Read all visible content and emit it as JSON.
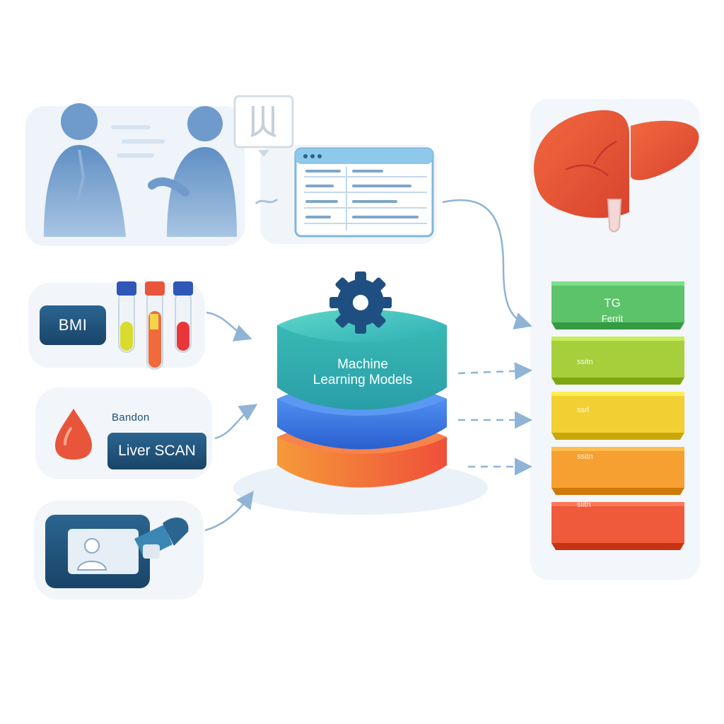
{
  "inputs": {
    "bmi_label": "BMI",
    "blood_panel_label": "Bandon",
    "scan_label": "Liver SCAN"
  },
  "model": {
    "title_line1": "Machine",
    "title_line2": "Learning Models"
  },
  "outputs": {
    "tiers": [
      {
        "label_line1": "TG",
        "label_line2": "Ferrit",
        "color": "#5cc36a"
      },
      {
        "label_line1": "ssitn",
        "label_line2": "",
        "color": "#a7cf3c"
      },
      {
        "label_line1": "ssrl",
        "label_line2": "",
        "color": "#f2cf33"
      },
      {
        "label_line1": "ssitn",
        "label_line2": "",
        "color": "#f5a030"
      },
      {
        "label_line1": "slitn",
        "label_line2": "",
        "color": "#ef5a3a"
      }
    ]
  },
  "colors": {
    "navy": "#1f4f73",
    "teal": "#3dbfb5",
    "blue": "#3a72d8",
    "orange": "#f06a3a",
    "liver": "#e8553a"
  }
}
